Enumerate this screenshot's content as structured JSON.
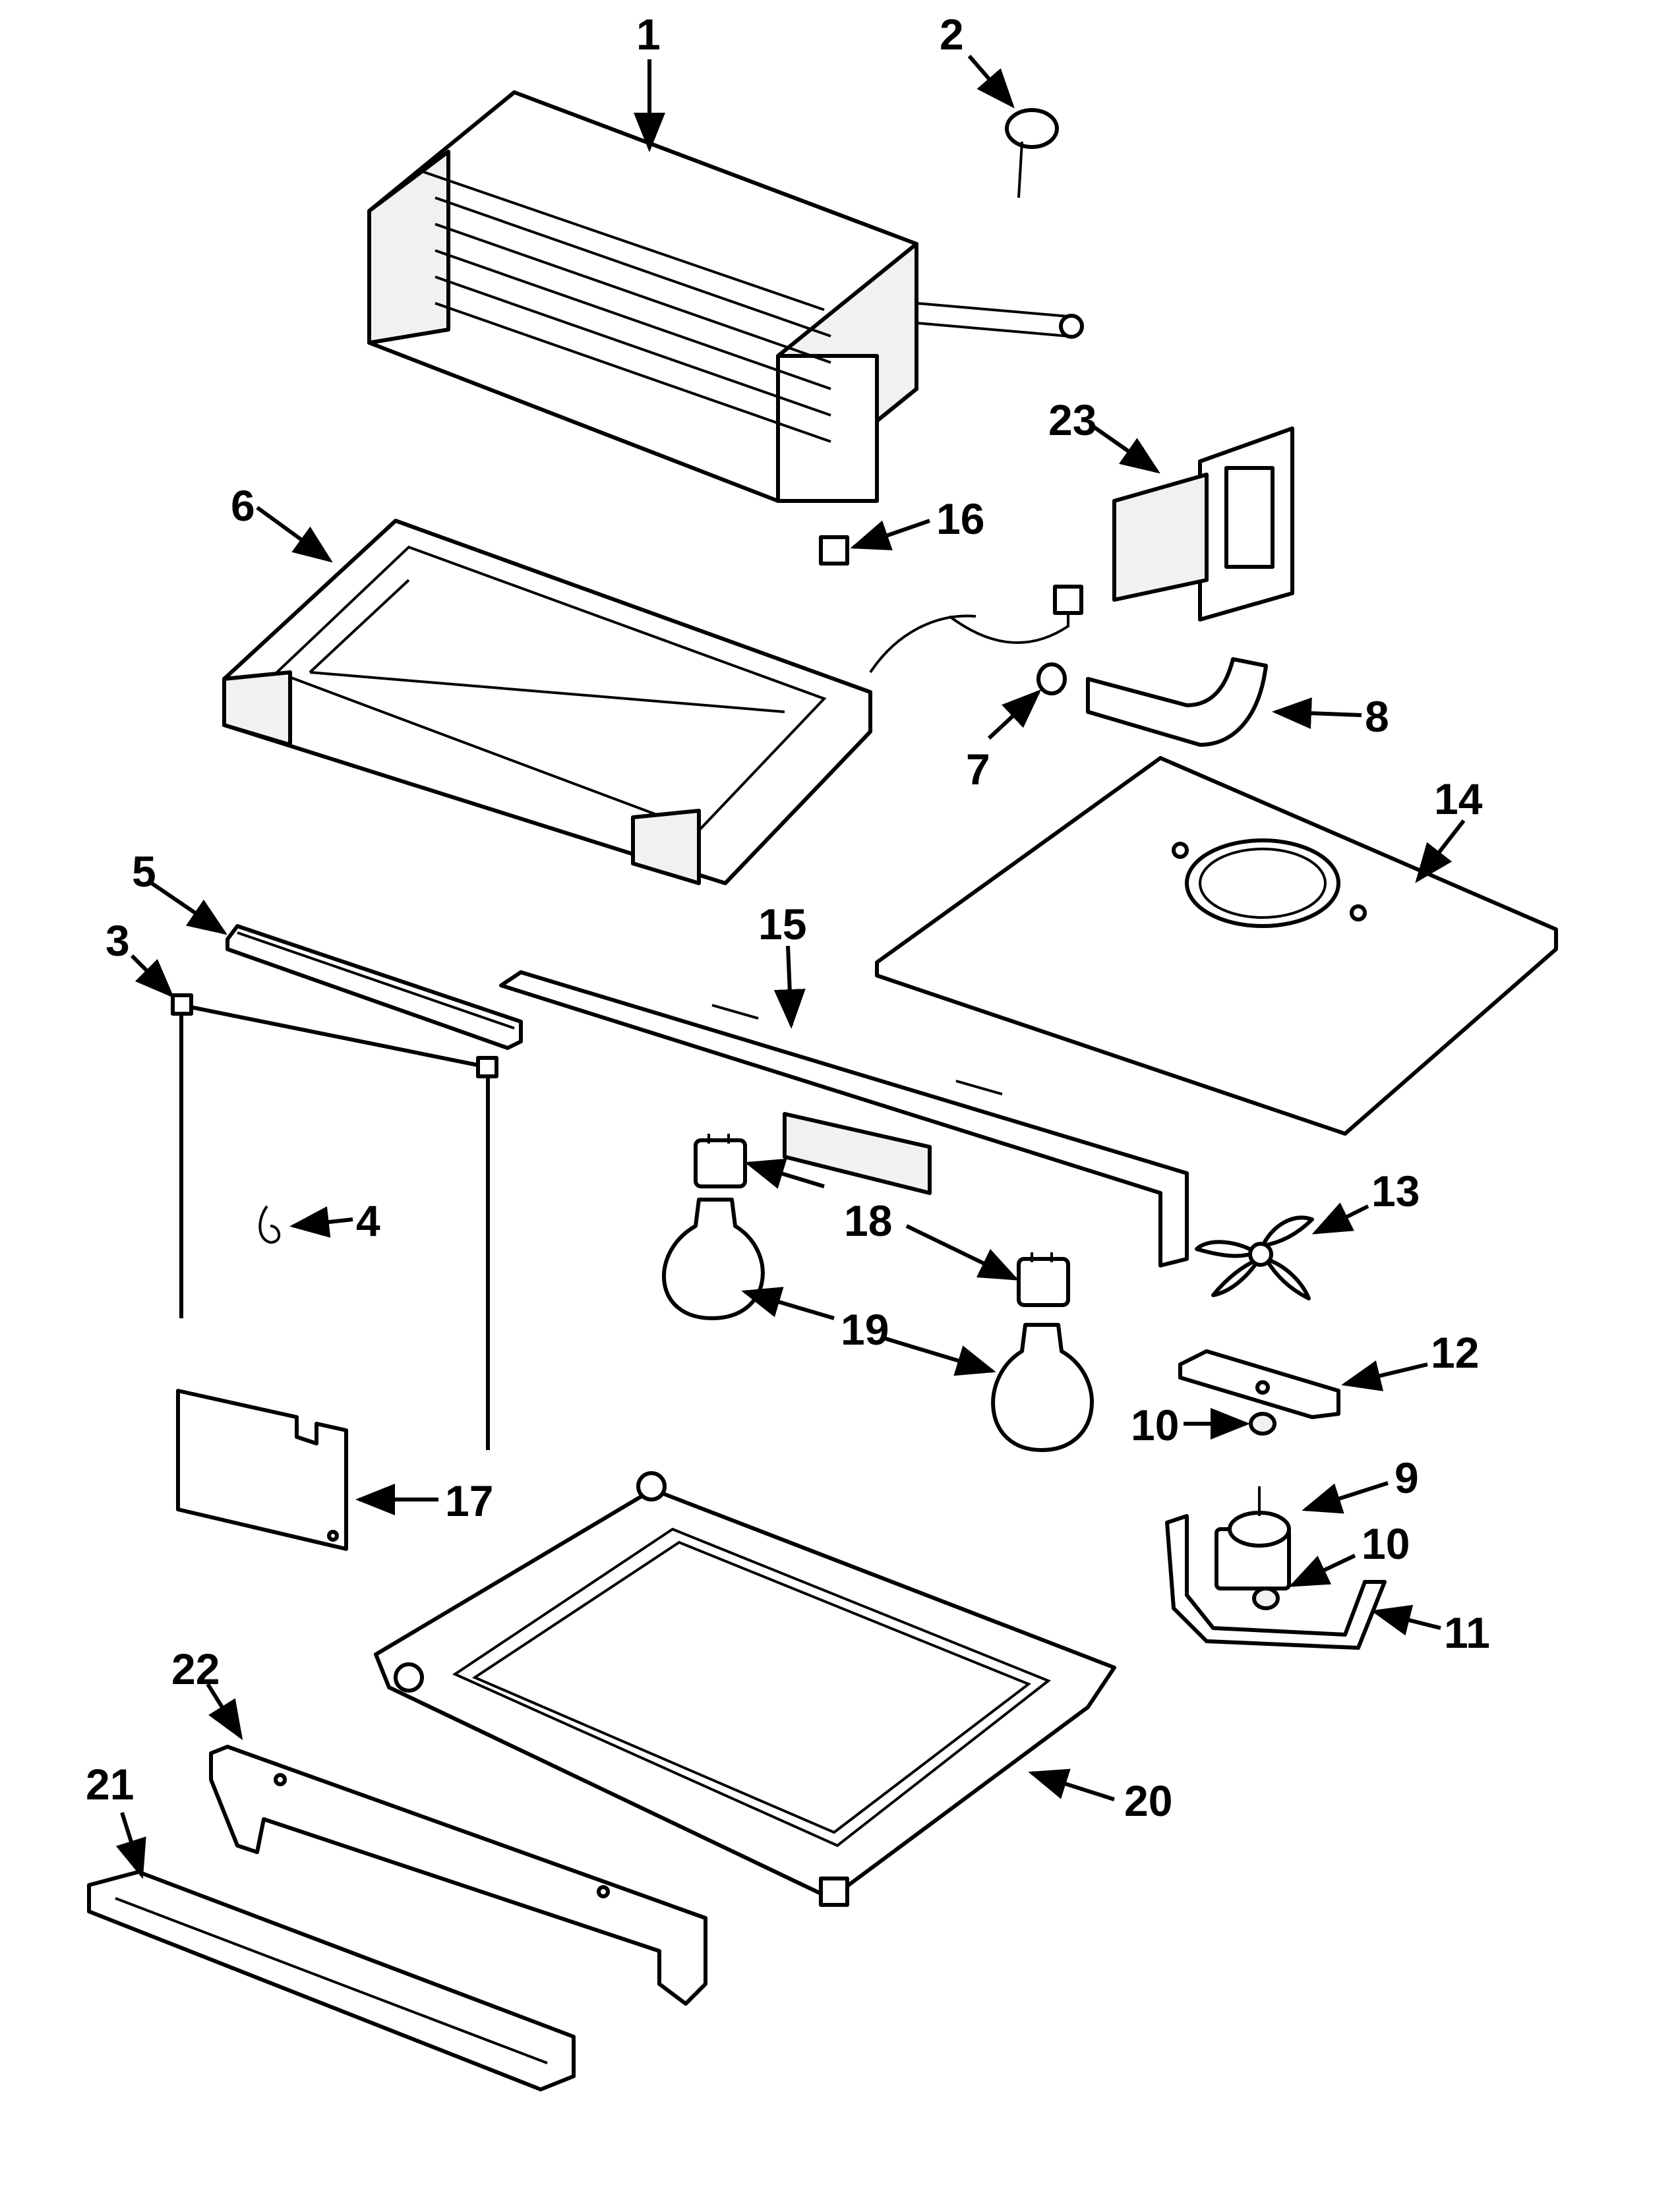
{
  "callouts": {
    "c1": "1",
    "c2": "2",
    "c3": "3",
    "c4": "4",
    "c5": "5",
    "c6": "6",
    "c7": "7",
    "c8": "8",
    "c9": "9",
    "c10a": "10",
    "c10b": "10",
    "c11": "11",
    "c12": "12",
    "c13": "13",
    "c14": "14",
    "c15": "15",
    "c16": "16",
    "c17": "17",
    "c18": "18",
    "c19": "19",
    "c20": "20",
    "c21": "21",
    "c22": "22",
    "c23": "23"
  }
}
